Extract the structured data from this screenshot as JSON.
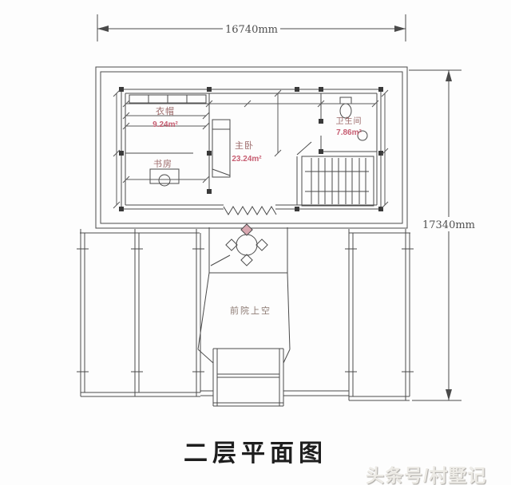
{
  "dimensions": {
    "width_label": "16740mm",
    "height_label": "17340mm"
  },
  "rooms": {
    "cloakroom": {
      "label": "衣帽",
      "area": "9.24m²"
    },
    "study": {
      "label": "书房"
    },
    "master_bedroom": {
      "label": "主卧",
      "area": "23.24m²"
    },
    "bathroom": {
      "label": "卫生间",
      "area": "7.86m²"
    },
    "front_yard_void": {
      "label": "前院上空"
    }
  },
  "title": "二层平面图",
  "watermark": "头条号/村墅记",
  "colors": {
    "line": "#4a4a4a",
    "room_label": "#9d6b6b",
    "area_label": "#c75e72",
    "front_yard_label": "#8d7b74",
    "title": "#1e1e1e",
    "watermark": "#edebe6"
  }
}
